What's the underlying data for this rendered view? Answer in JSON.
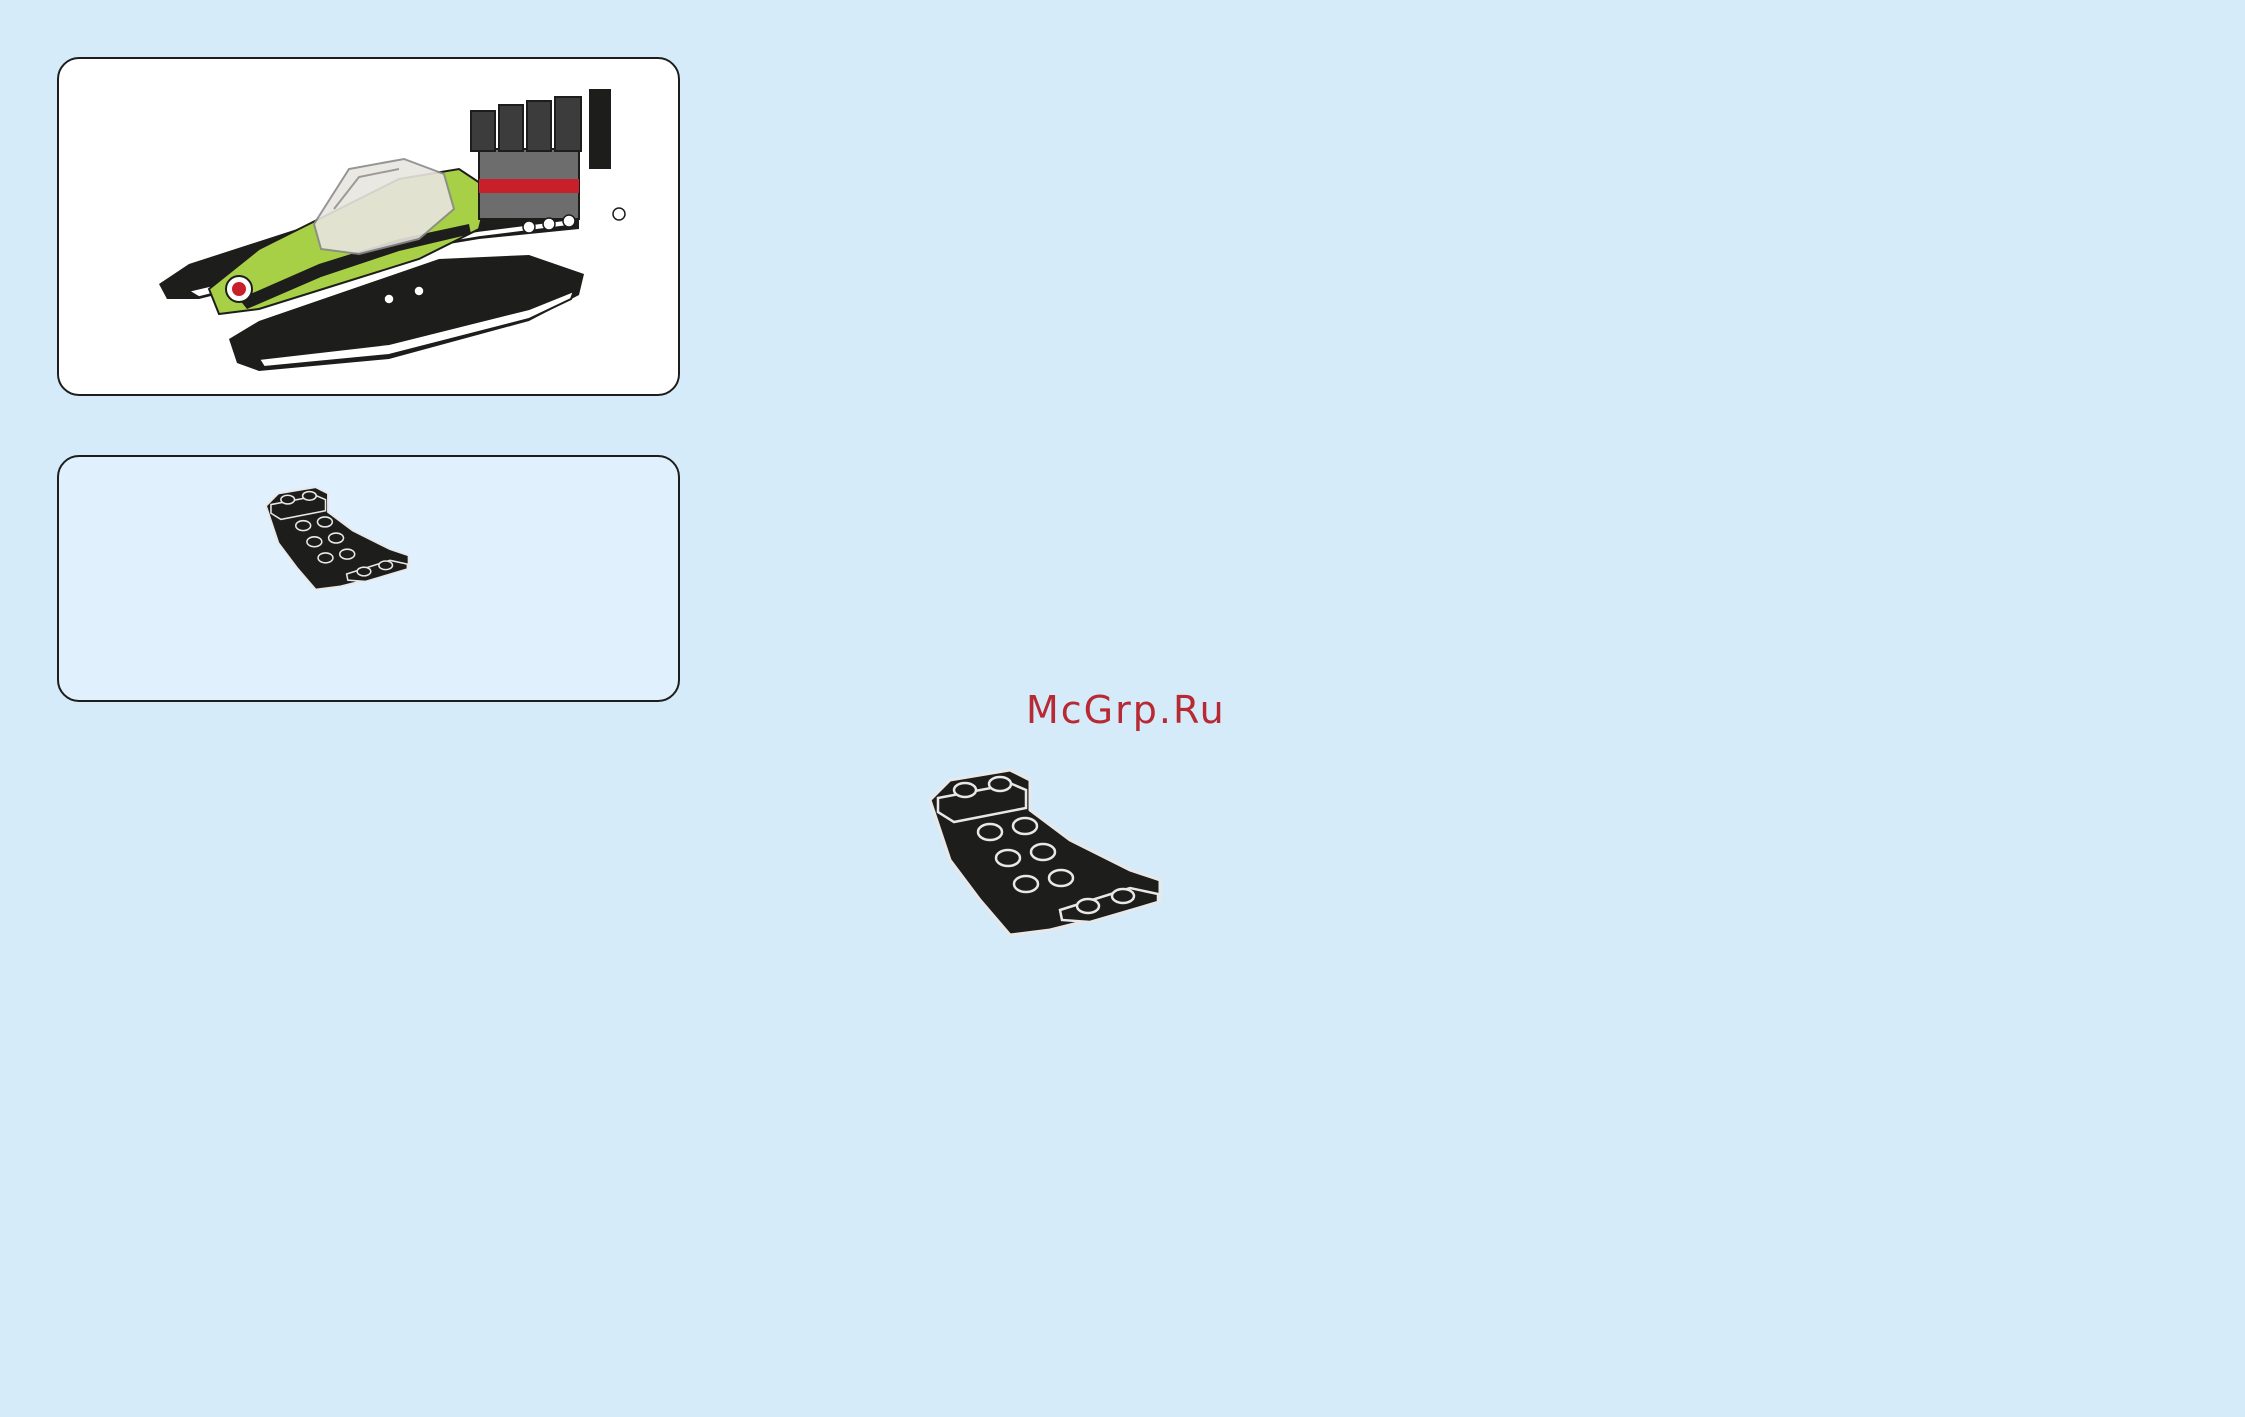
{
  "page": {
    "background": "#d5ebf9"
  },
  "model_preview": {
    "icon": "race-boat-model-image",
    "border_color": "#1d1d1b",
    "background": "#ffffff",
    "accent_colors": [
      "#a7d046",
      "#c8202a",
      "#1d1d1b"
    ]
  },
  "parts_list": {
    "icon": "black-inverted-slope-brick-image",
    "background": "#e0f1fd"
  },
  "watermark": {
    "text": "McGrp.Ru",
    "color": "#b82a33"
  },
  "build_step": {
    "icon": "black-inverted-slope-brick-image",
    "brick_color": "#1d1d1b"
  }
}
